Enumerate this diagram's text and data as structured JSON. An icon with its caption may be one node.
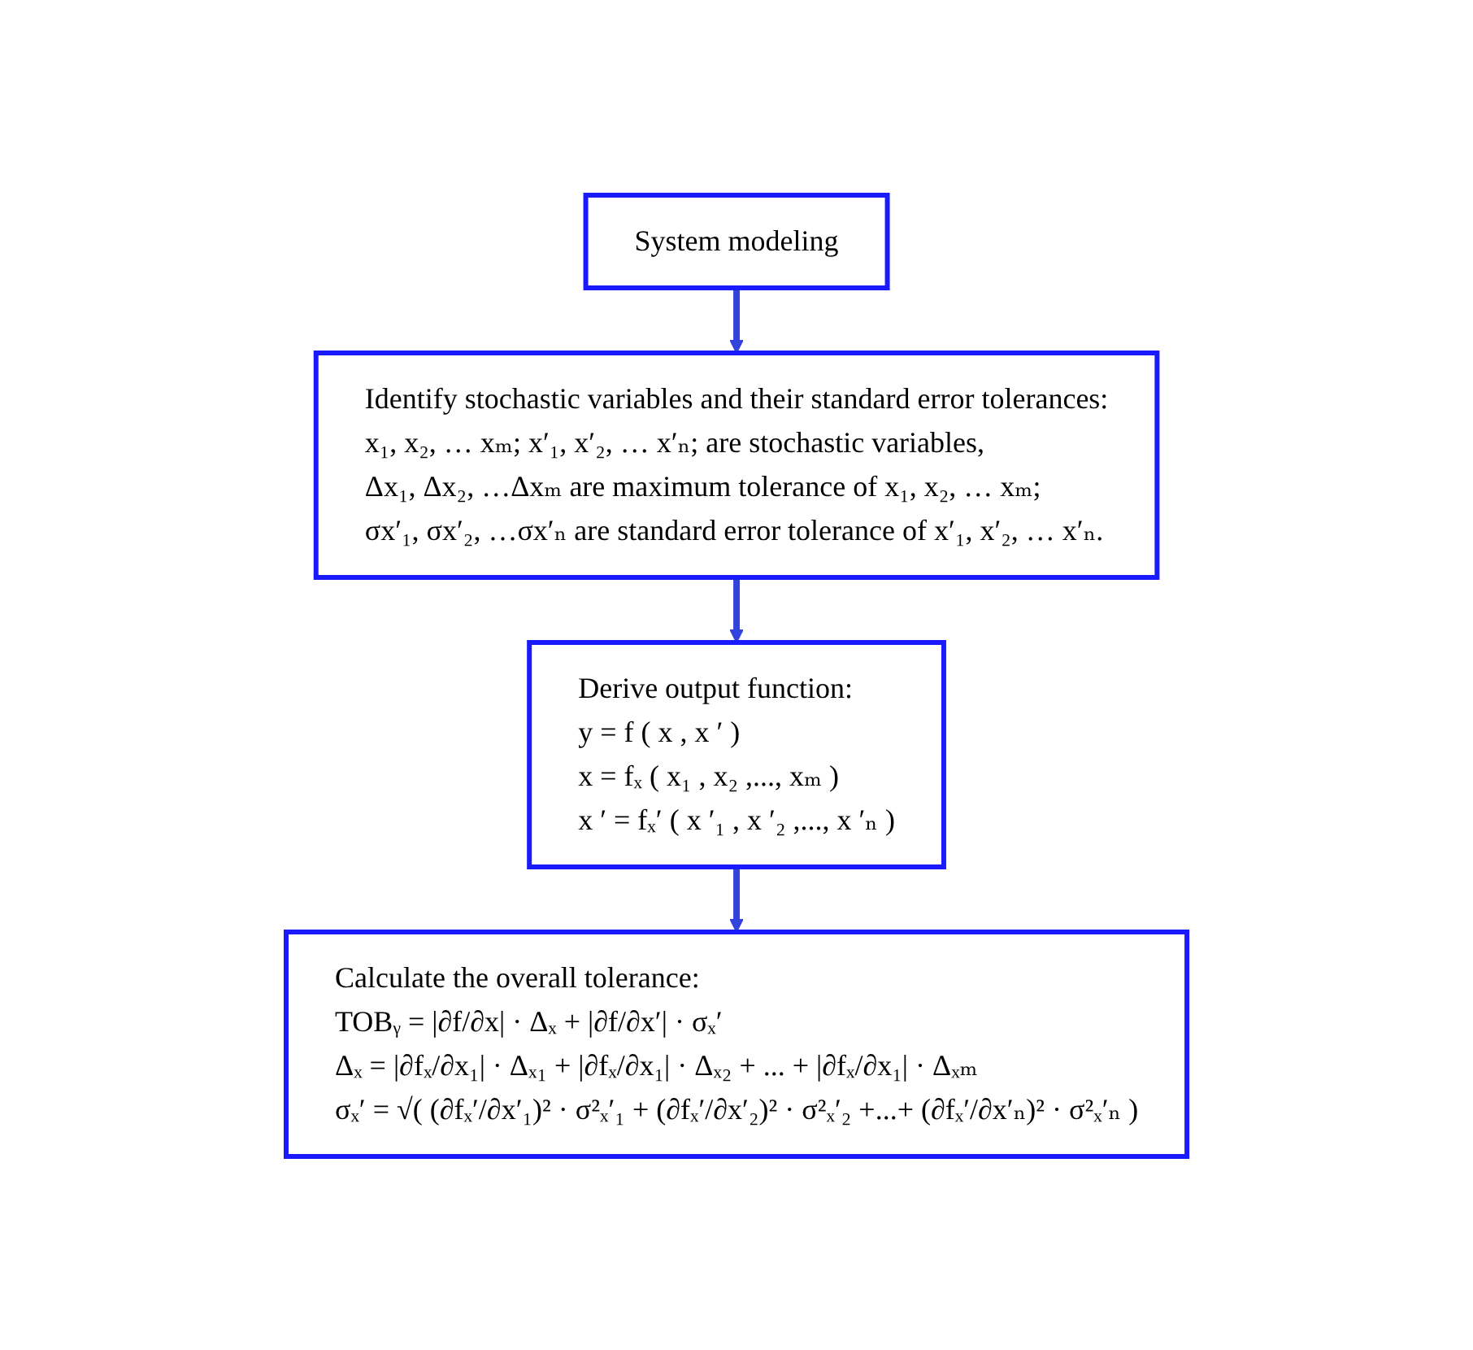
{
  "diagram": {
    "nodes": [
      {
        "text": [
          "System modeling"
        ]
      },
      {
        "text": [
          "Identify stochastic variables and their standard error tolerances:",
          "x₁, x₂, … xₘ; x′₁, x′₂, … x′ₙ; are stochastic variables,",
          "Δx₁, Δx₂, …Δxₘ are maximum tolerance of x₁, x₂, … xₘ;",
          "σx′₁, σx′₂, …σx′ₙ are standard error tolerance of x′₁, x′₂, … x′ₙ."
        ]
      },
      {
        "text": [
          "Derive output function:",
          "y = f ( x , x ′ )",
          "x = fₓ ( x₁ , x₂ ,..., xₘ )",
          "x ′ = fₓ′ ( x ′₁ , x ′₂ ,..., x ′ₙ )"
        ]
      },
      {
        "text": [
          "Calculate the overall tolerance:",
          "TOBᵧ = |∂f/∂x| · Δₓ + |∂f/∂x′| · σₓ′",
          "Δₓ = |∂fₓ/∂x₁| · Δₓ₁ + |∂fₓ/∂x₁| · Δₓ₂ + ... + |∂fₓ/∂x₁| · Δₓₘ",
          "σₓ′ = √( (∂fₓ′/∂x′₁)² · σ²ₓ′₁ + (∂fₓ′/∂x′₂)² · σ²ₓ′₂ +...+ (∂fₓ′/∂x′ₙ)² · σ²ₓ′ₙ )"
        ]
      }
    ],
    "edges": [
      {
        "from": 0,
        "to": 1,
        "arrow": "to"
      },
      {
        "from": 1,
        "to": 2,
        "arrow": "to"
      },
      {
        "from": 2,
        "to": 3,
        "arrow": "to"
      }
    ]
  }
}
